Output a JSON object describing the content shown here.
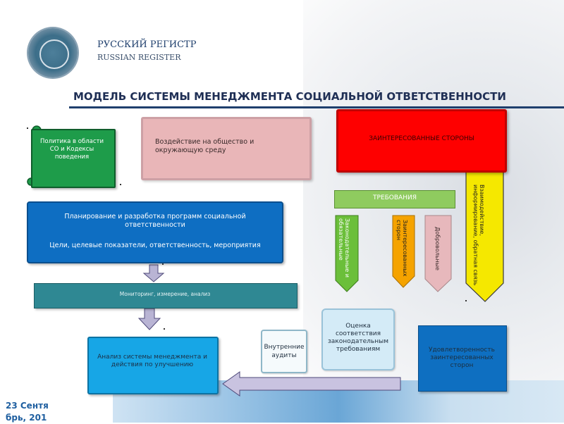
{
  "header": {
    "brand_ru": "РУССКИЙ РЕГИСТР",
    "brand_en": "RUSSIAN REGISTER",
    "title": "МОДЕЛЬ СИСТЕМЫ МЕНЕДЖМЕНТА СОЦИАЛЬНОЙ ОТВЕТСТВЕННОСТИ"
  },
  "nodes": {
    "policy": "Политика в области СО и Кодексы поведения",
    "impact": "Воздействие на общество и окружающую среду",
    "stakeholders": "ЗАИНТЕРЕСОВАННЫЕ СТОРОНЫ",
    "requirements": "ТРЕБОВАНИЯ",
    "planning_title": "Планирование  и разработка программ социальной ответственности",
    "planning_sub": "Цели, целевые показатели, ответственность, мероприятия",
    "monitoring": "Мониторинг, измерение, анализ",
    "analysis": "Анализ системы менеджмента и действия по улучшению",
    "internal_audit": "Внутренние аудиты",
    "assessment": "Оценка соответствия законодательным требованиям",
    "satisfaction": "Удовлетворенность заинтересованных сторон"
  },
  "arrows": {
    "legal": "Законодательные и обязательные",
    "stakeholder_req": "Заинтересованных сторон",
    "voluntary": "Добровольные",
    "interaction": "Взаимодействие, информирование, обратная связь"
  },
  "footer": {
    "date_line1": "23 Сентя",
    "date_line2": "брь, 201"
  },
  "colors": {
    "red": "#fe0000",
    "green": "#1e9c4a",
    "blue": "#0e6ec2",
    "cyan": "#17a6e6",
    "teal": "#2f8893",
    "pink": "#e9b6b8",
    "lightgreen": "#8fcb5f",
    "yellow": "#f5e800",
    "orange": "#f5a300",
    "title": "#1f2f55"
  },
  "icons": {
    "logo": "russian-register-seal"
  }
}
